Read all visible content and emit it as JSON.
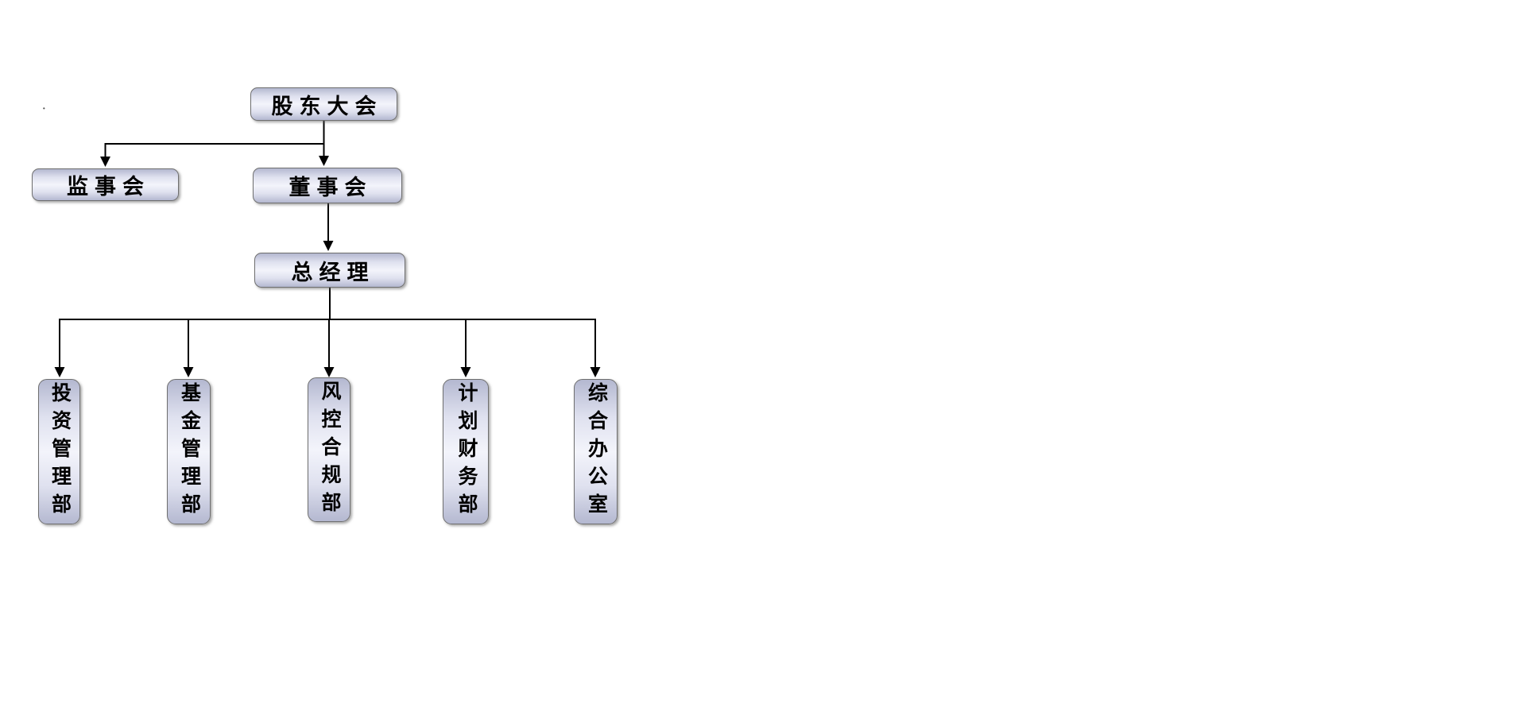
{
  "diagram": {
    "type": "org-chart",
    "background": "#ffffff",
    "box_style": {
      "fill_edge": "#b4b8d0",
      "fill_center": "#f3f4fb",
      "border": "#6f6f6f",
      "text_color": "#000000",
      "connector_color": "#000000"
    },
    "nodes": {
      "shareholders_meeting": {
        "label": "股东大会"
      },
      "supervisory_board": {
        "label": "监事会"
      },
      "board_of_directors": {
        "label": "董事会"
      },
      "general_manager": {
        "label": "总经理"
      },
      "investment_management_dept": {
        "label": "投资管理部"
      },
      "fund_management_dept": {
        "label": "基金管理部"
      },
      "risk_compliance_dept": {
        "label": "风控合规部"
      },
      "planning_finance_dept": {
        "label": "计划财务部"
      },
      "general_office": {
        "label": "综合办公室"
      }
    },
    "edges": [
      {
        "from": "股东大会",
        "to": "监事会"
      },
      {
        "from": "股东大会",
        "to": "董事会"
      },
      {
        "from": "董事会",
        "to": "总经理"
      },
      {
        "from": "总经理",
        "to": "投资管理部"
      },
      {
        "from": "总经理",
        "to": "基金管理部"
      },
      {
        "from": "总经理",
        "to": "风控合规部"
      },
      {
        "from": "总经理",
        "to": "计划财务部"
      },
      {
        "from": "总经理",
        "to": "综合办公室"
      }
    ],
    "artifact_dot": "·"
  }
}
